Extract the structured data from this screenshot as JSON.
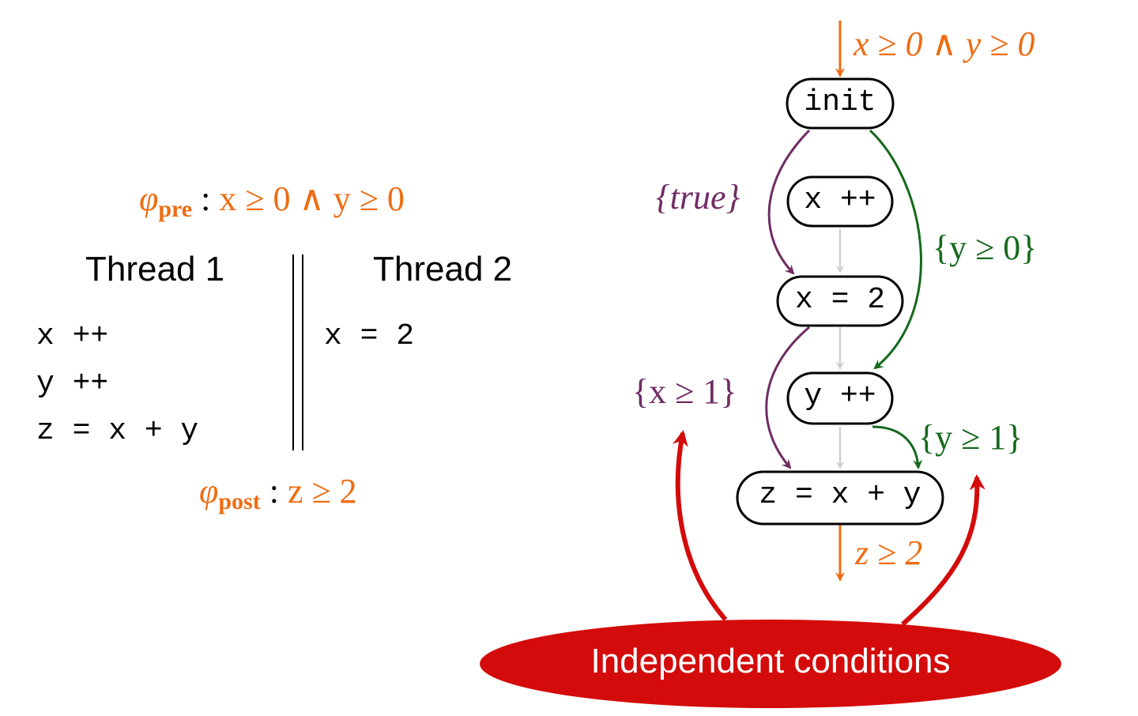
{
  "left": {
    "pre": {
      "sym": "φ",
      "sub": "pre",
      "colon": ":",
      "formula": "x ≥ 0 ∧ y ≥ 0"
    },
    "post": {
      "sym": "φ",
      "sub": "post",
      "colon": ":",
      "formula": "z ≥ 2"
    },
    "thread1": {
      "title": "Thread 1",
      "lines": [
        "x ++",
        "y ++",
        "z = x + y"
      ]
    },
    "thread2": {
      "title": "Thread 2",
      "lines": [
        "x = 2"
      ]
    }
  },
  "graph": {
    "nodes": {
      "init": "init",
      "xinc": "x ++",
      "xassign": "x = 2",
      "yinc": "y ++",
      "zassign": "z = x + y"
    },
    "pre_label": "x ≥ 0 ∧ y ≥ 0",
    "post_label": "z ≥ 2",
    "cond_true": "{true}",
    "cond_y0": "{y ≥ 0}",
    "cond_x1": "{x ≥ 1}",
    "cond_y1": "{y ≥ 1}",
    "independent": "Independent conditions"
  },
  "colors": {
    "orange": "#ee6d13",
    "purple": "#6f2c64",
    "green": "#16691d",
    "red": "#d40b0b",
    "gray": "#d0d0d0"
  }
}
